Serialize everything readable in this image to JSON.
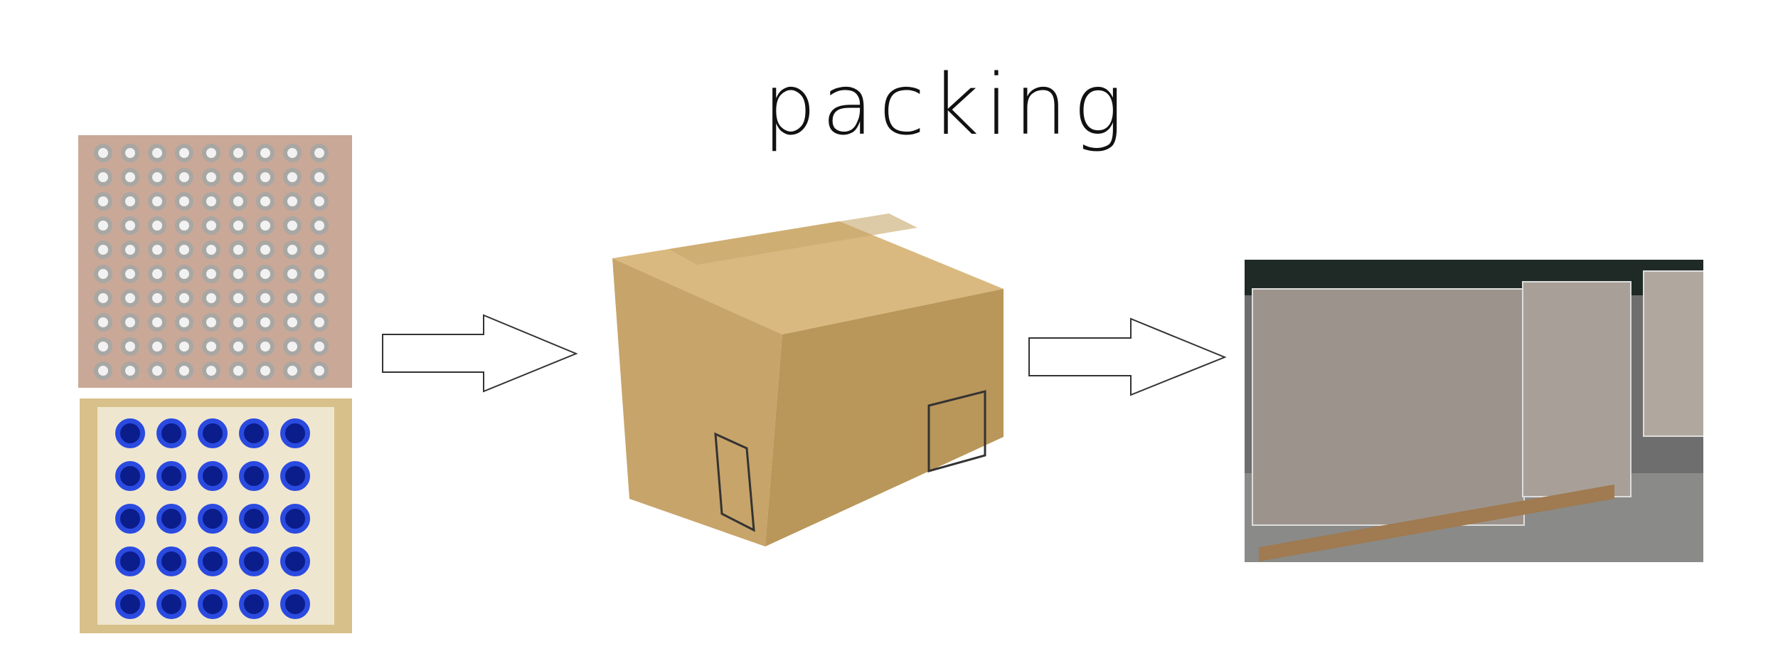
{
  "title": "packing",
  "steps": [
    {
      "name": "parts-in-trays"
    },
    {
      "name": "carton-box"
    },
    {
      "name": "palletized-shipment"
    }
  ],
  "colors": {
    "box": "#c9a86c",
    "arrow_stroke": "#333333",
    "blue_part": "#2a4ae0"
  }
}
